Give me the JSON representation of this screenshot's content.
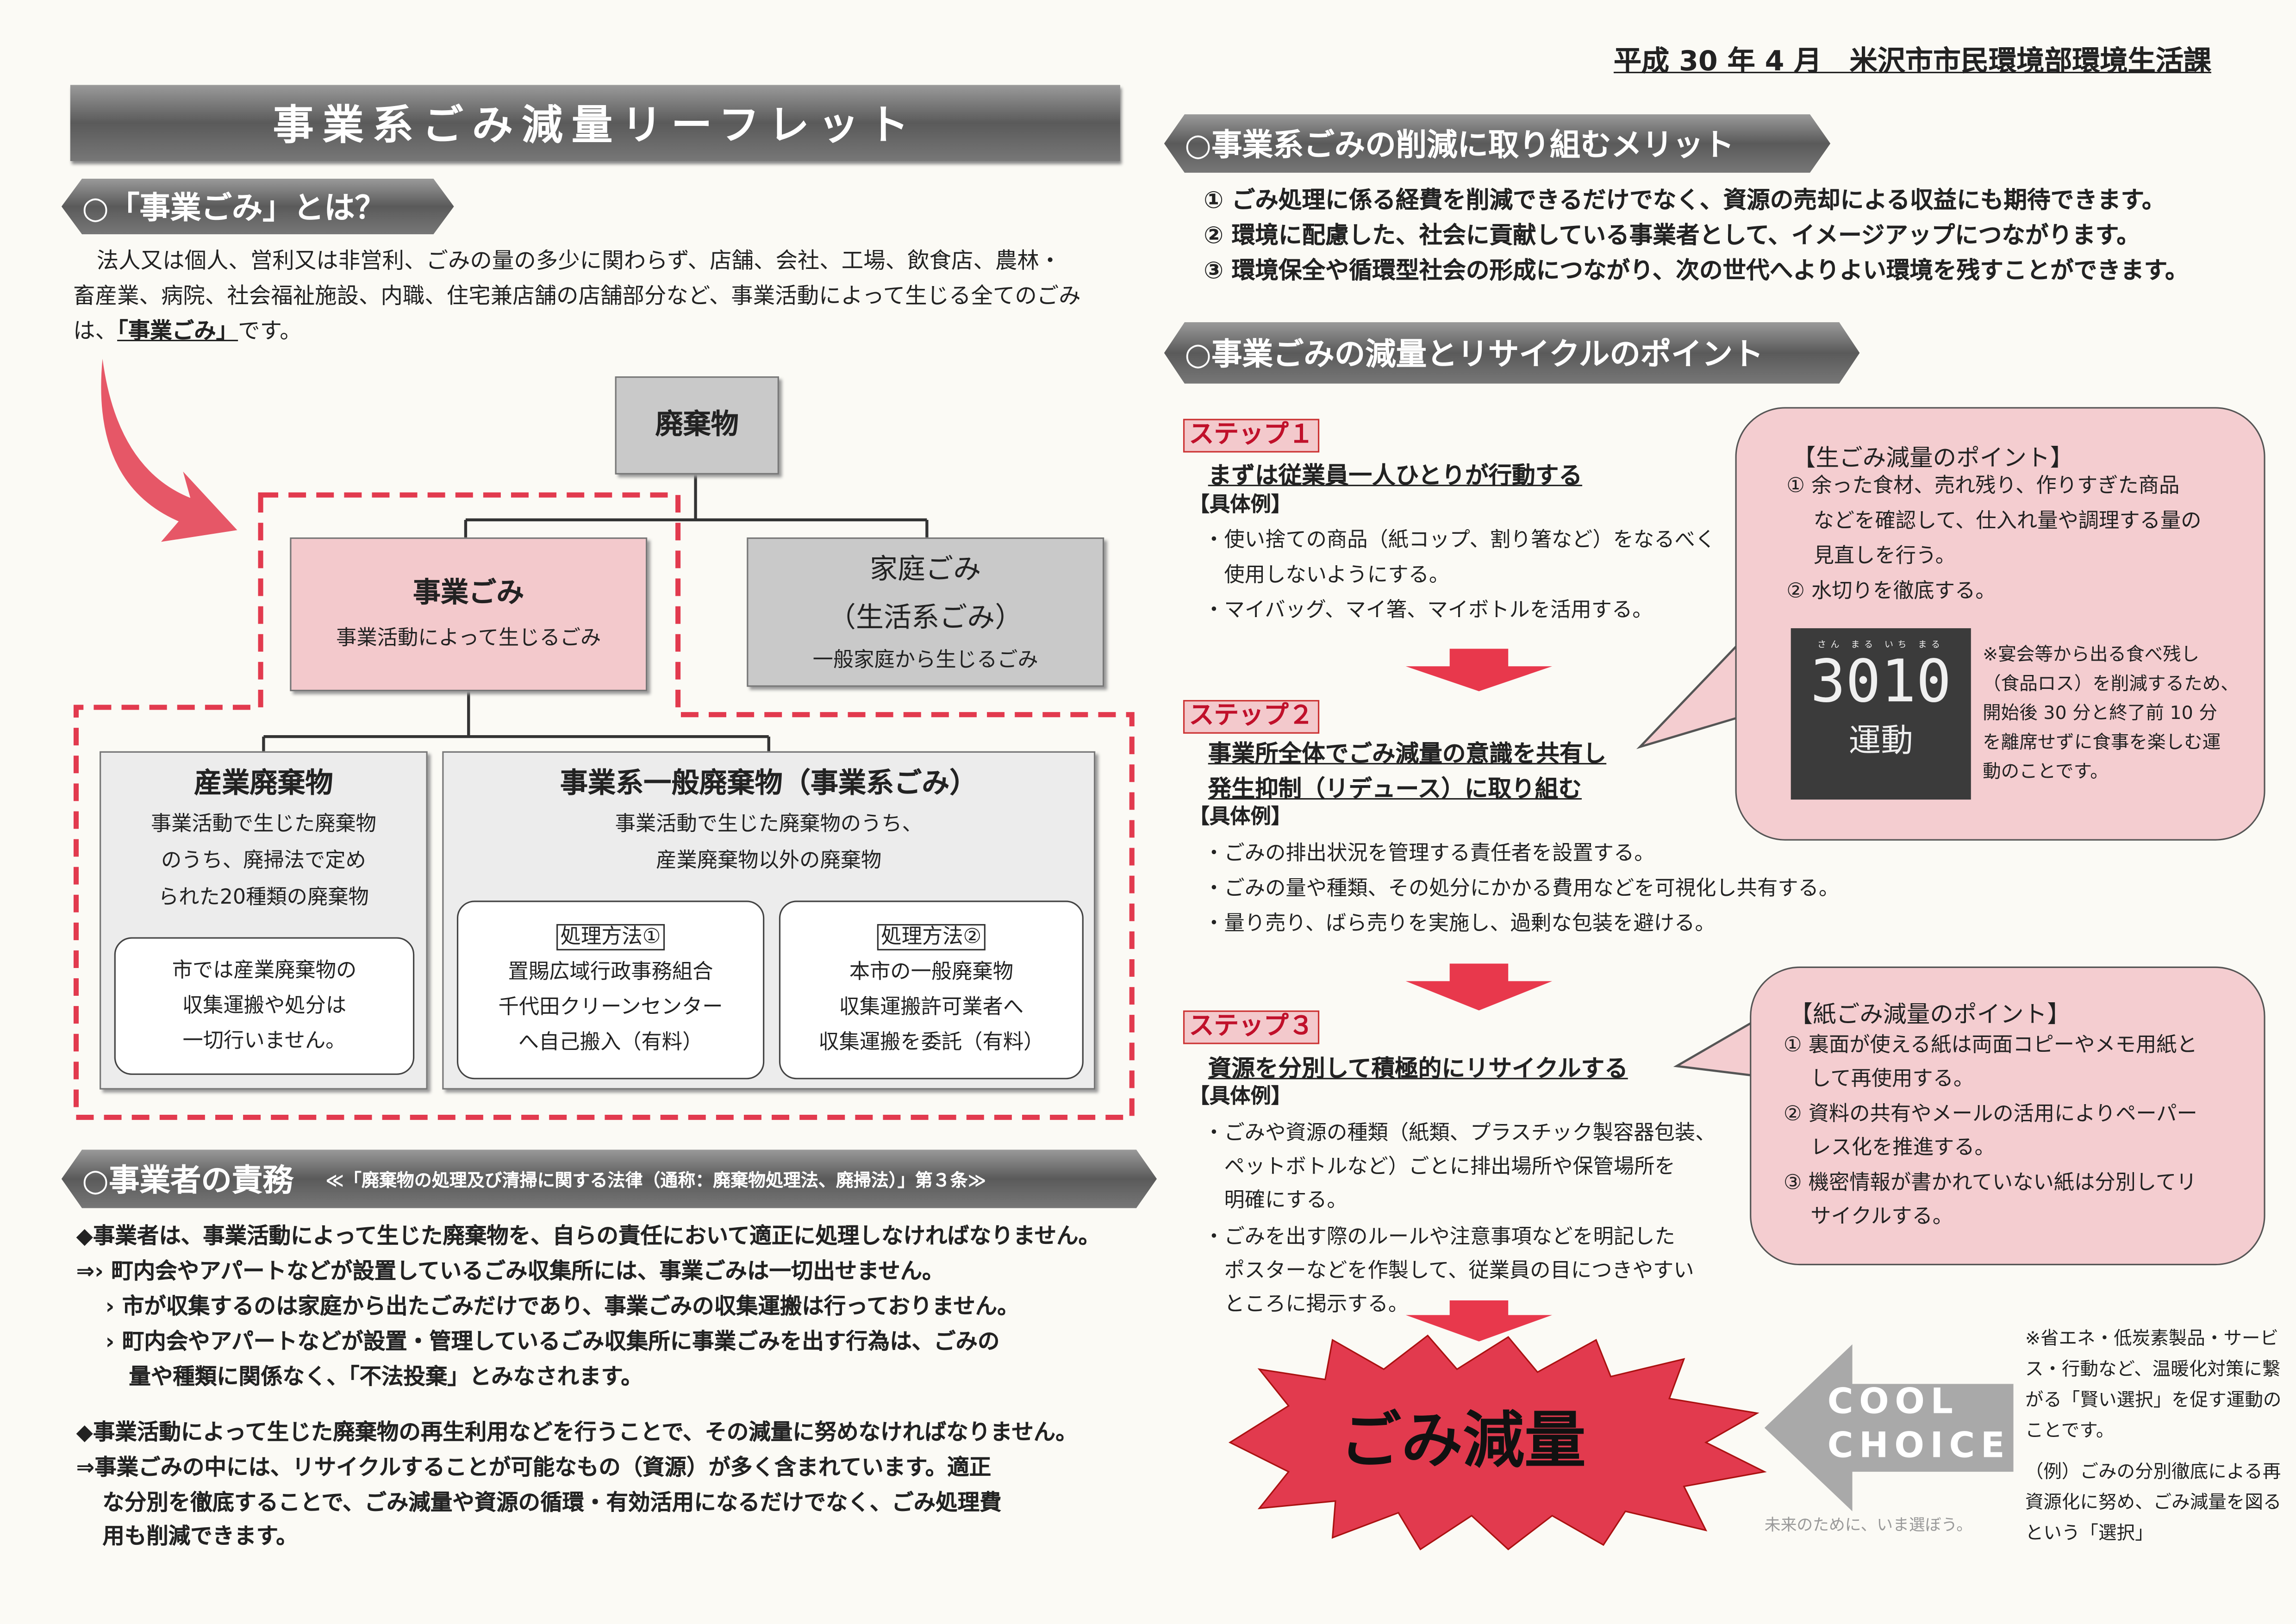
{
  "header": {
    "date_dept": "平成 30 年 4 月　米沢市市民環境部環境生活課"
  },
  "title": "事業系ごみ減量リーフレット",
  "what": {
    "heading": "○「事業ごみ」とは？",
    "lines": [
      "法人又は個人、営利又は非営利、ごみの量の多少に関わらず、店舗、会社、工場、飲食店、農林・",
      "畜産業、病院、社会福祉施設、内職、住宅兼店舗の店舗部分など、事業活動によって生じる全てのごみ"
    ],
    "line3_pre": "は、",
    "line3_em": "「事業ごみ」",
    "line3_post": "です。"
  },
  "diagram": {
    "root": "廃棄物",
    "business": {
      "title": "事業ごみ",
      "desc": "事業活動によって生じるごみ"
    },
    "household": {
      "title": "家庭ごみ",
      "sub": "（生活系ごみ）",
      "desc": "一般家庭から生じるごみ"
    },
    "industrial": {
      "title": "産業廃棄物",
      "desc": [
        "事業活動で生じた廃棄物",
        "のうち、廃掃法で定め",
        "られた20種類の廃棄物"
      ],
      "note": [
        "市では産業廃棄物の",
        "収集運搬や処分は",
        "一切行いません。"
      ]
    },
    "general": {
      "title": "事業系一般廃棄物（事業系ごみ）",
      "desc": [
        "事業活動で生じた廃棄物のうち、",
        "産業廃棄物以外の廃棄物"
      ],
      "method1": {
        "label": "処理方法①",
        "lines": [
          "置賜広域行政事務組合",
          "千代田クリーンセンター",
          "へ自己搬入（有料）"
        ]
      },
      "method2": {
        "label": "処理方法②",
        "lines": [
          "本市の一般廃棄物",
          "収集運搬許可業者へ",
          "収集運搬を委託（有料）"
        ]
      }
    }
  },
  "duty": {
    "heading": "○事業者の責務",
    "law": "≪「廃棄物の処理及び清掃に関する法律（通称：廃棄物処理法、廃掃法）」第３条≫",
    "p1": "◆事業者は、事業活動によって生じた廃棄物を、自らの責任において適正に処理しなければなりません。",
    "p1_items": [
      "⇒› 町内会やアパートなどが設置しているごみ収集所には、事業ごみは一切出せません。",
      "› 市が収集するのは家庭から出たごみだけであり、事業ごみの収集運搬は行っておりません。",
      "› 町内会やアパートなどが設置・管理しているごみ収集所に事業ごみを出す行為は、ごみの",
      "量や種類に関係なく、「不法投棄」とみなされます。"
    ],
    "p2": "◆事業活動によって生じた廃棄物の再生利用などを行うことで、その減量に努めなければなりません。",
    "p2_items": [
      "⇒事業ごみの中には、リサイクルすることが可能なもの（資源）が多く含まれています。適正",
      "な分別を徹底することで、ごみ減量や資源の循環・有効活用になるだけでなく、ごみ処理費",
      "用も削減できます。"
    ]
  },
  "merit": {
    "heading": "○事業系ごみの削減に取り組むメリット",
    "items": [
      "①  ごみ処理に係る経費を削減できるだけでなく、資源の売却による収益にも期待できます。",
      "②  環境に配慮した、社会に貢献している事業者として、イメージアップにつながります。",
      "③  環境保全や循環型社会の形成につながり、次の世代へよりよい環境を残すことができます。"
    ]
  },
  "points": {
    "heading": "○事業ごみの減量とリサイクルのポイント",
    "example_label": "【具体例】",
    "steps": [
      {
        "label": "ステップ１",
        "title": [
          "まずは従業員一人ひとりが行動する"
        ],
        "bullets": [
          "・使い捨ての商品（紙コップ、割り箸など）をなるべく",
          "　使用しないようにする。",
          "・マイバッグ、マイ箸、マイボトルを活用する。"
        ]
      },
      {
        "label": "ステップ２",
        "title": [
          "事業所全体でごみ減量の意識を共有し",
          "発生抑制（リデュース）に取り組む"
        ],
        "bullets": [
          "・ごみの排出状況を管理する責任者を設置する。",
          "・ごみの量や種類、その処分にかかる費用などを可視化し共有する。",
          "・量り売り、ばら売りを実施し、過剰な包装を避ける。"
        ]
      },
      {
        "label": "ステップ３",
        "title": [
          "資源を分別して積極的にリサイクルする"
        ],
        "bullets": [
          "・ごみや資源の種類（紙類、プラスチック製容器包装、",
          "　ペットボトルなど）ごとに排出場所や保管場所を",
          "　明確にする。",
          "・ごみを出す際のルールや注意事項などを明記した",
          "　ポスターなどを作製して、従業員の目につきやすい",
          "　ところに掲示する。"
        ]
      }
    ],
    "result": "ごみ減量"
  },
  "food": {
    "heading": "【生ごみ減量のポイント】",
    "items": [
      "①  余った食材、売れ残り、作りすぎた商品",
      "　  などを確認して、仕入れ量や調理する量の",
      "　  見直しを行う。",
      "②  水切りを徹底する。"
    ],
    "logo_num": "3010",
    "logo_word": "運動",
    "logo_ruby": "さん まる いち まる",
    "note": [
      "※宴会等から出る食べ残し",
      "（食品ロス）を削減するため、",
      "開始後 30 分と終了前 10 分",
      "を離席せずに食事を楽しむ運",
      "動のことです。"
    ]
  },
  "paper": {
    "heading": "【紙ごみ減量のポイント】",
    "items": [
      "①  裏面が使える紙は両面コピーやメモ用紙と",
      "　  して再使用する。",
      "②  資料の共有やメールの活用によりペーパー",
      "　  レス化を推進する。",
      "③  機密情報が書かれていない紙は分別してリ",
      "　  サイクルする。"
    ]
  },
  "cool": {
    "logo_line1": "COOL",
    "logo_line2": "CHOICE",
    "tagline": "未来のために、いま選ぼう。",
    "note": [
      "※省エネ・低炭素製品・サービ",
      "ス・行動など、温暖化対策に繋",
      "がる「賢い選択」を促す運動の",
      "ことです。"
    ],
    "example": [
      "（例）ごみの分別徹底による再",
      "資源化に努め、ごみ減量を図る",
      "という「選択」"
    ]
  },
  "colors": {
    "accent": "#e23a4e",
    "pink": "#f3c9cc",
    "banner": "#6a6a6a"
  }
}
